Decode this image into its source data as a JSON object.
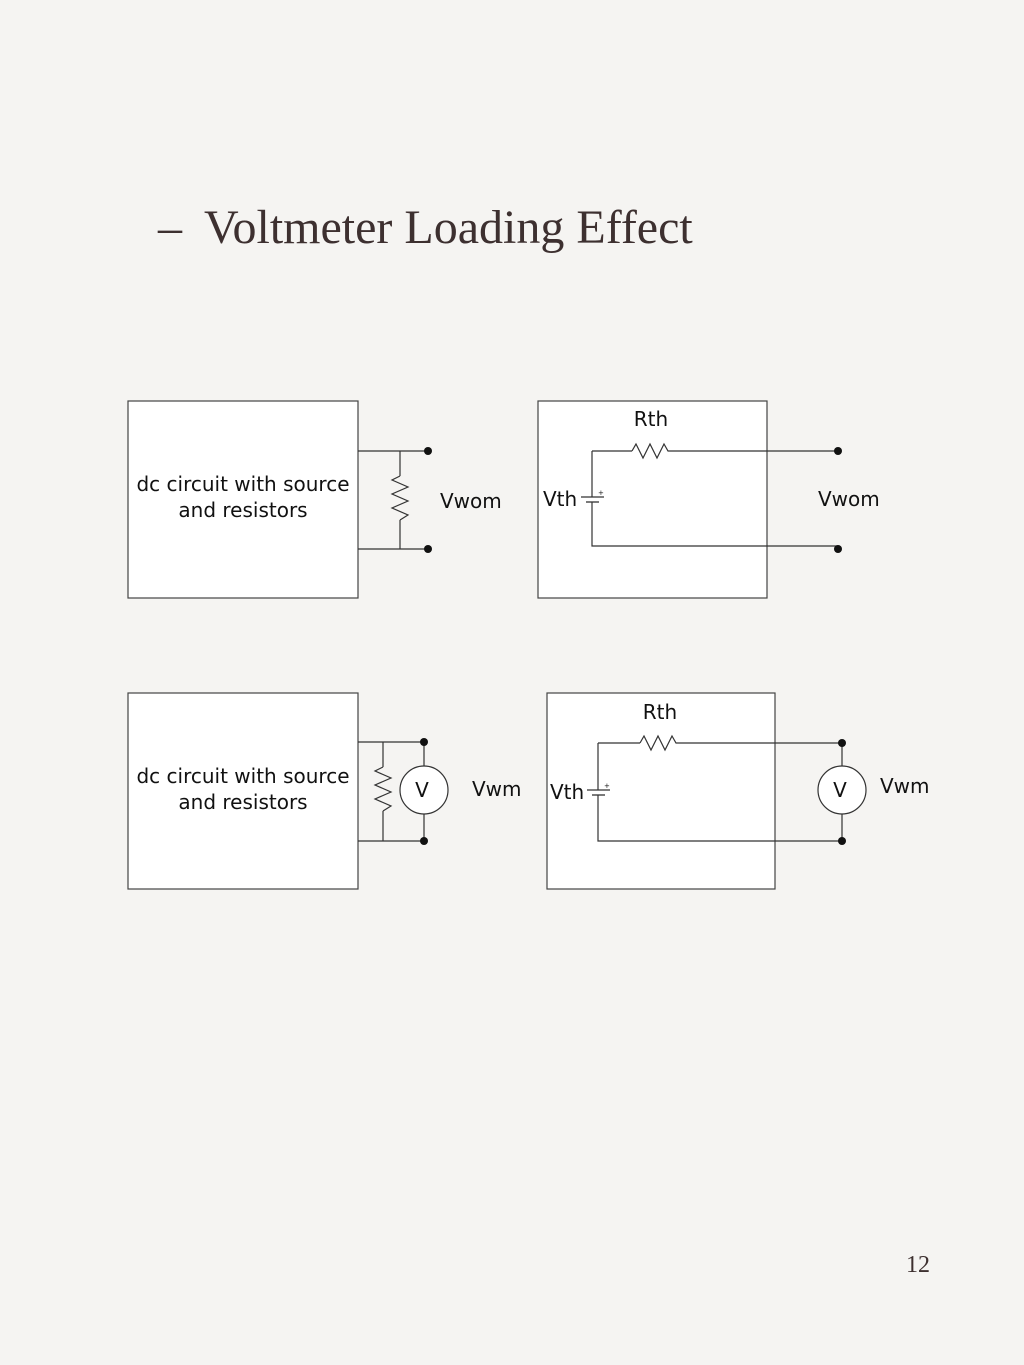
{
  "slide": {
    "title": "Voltmeter Loading Effect",
    "bullet": "–",
    "page_number": "12"
  },
  "diagrams": {
    "circuit_1": {
      "box_label_line1": "dc circuit with source",
      "box_label_line2": "and resistors",
      "output_label": "Vwom"
    },
    "thevenin_1": {
      "resistor_label": "Rth",
      "source_label": "Vth",
      "output_label": "Vwom"
    },
    "circuit_2": {
      "box_label_line1": "dc circuit with source",
      "box_label_line2": "and resistors",
      "meter_label": "V",
      "output_label": "Vwm"
    },
    "thevenin_2": {
      "resistor_label": "Rth",
      "source_label": "Vth",
      "meter_label": "V",
      "output_label": "Vwm"
    }
  },
  "icons": {
    "resistor": "resistor-icon",
    "battery": "battery-icon",
    "voltmeter": "voltmeter-icon",
    "terminal": "terminal-dot-icon"
  }
}
